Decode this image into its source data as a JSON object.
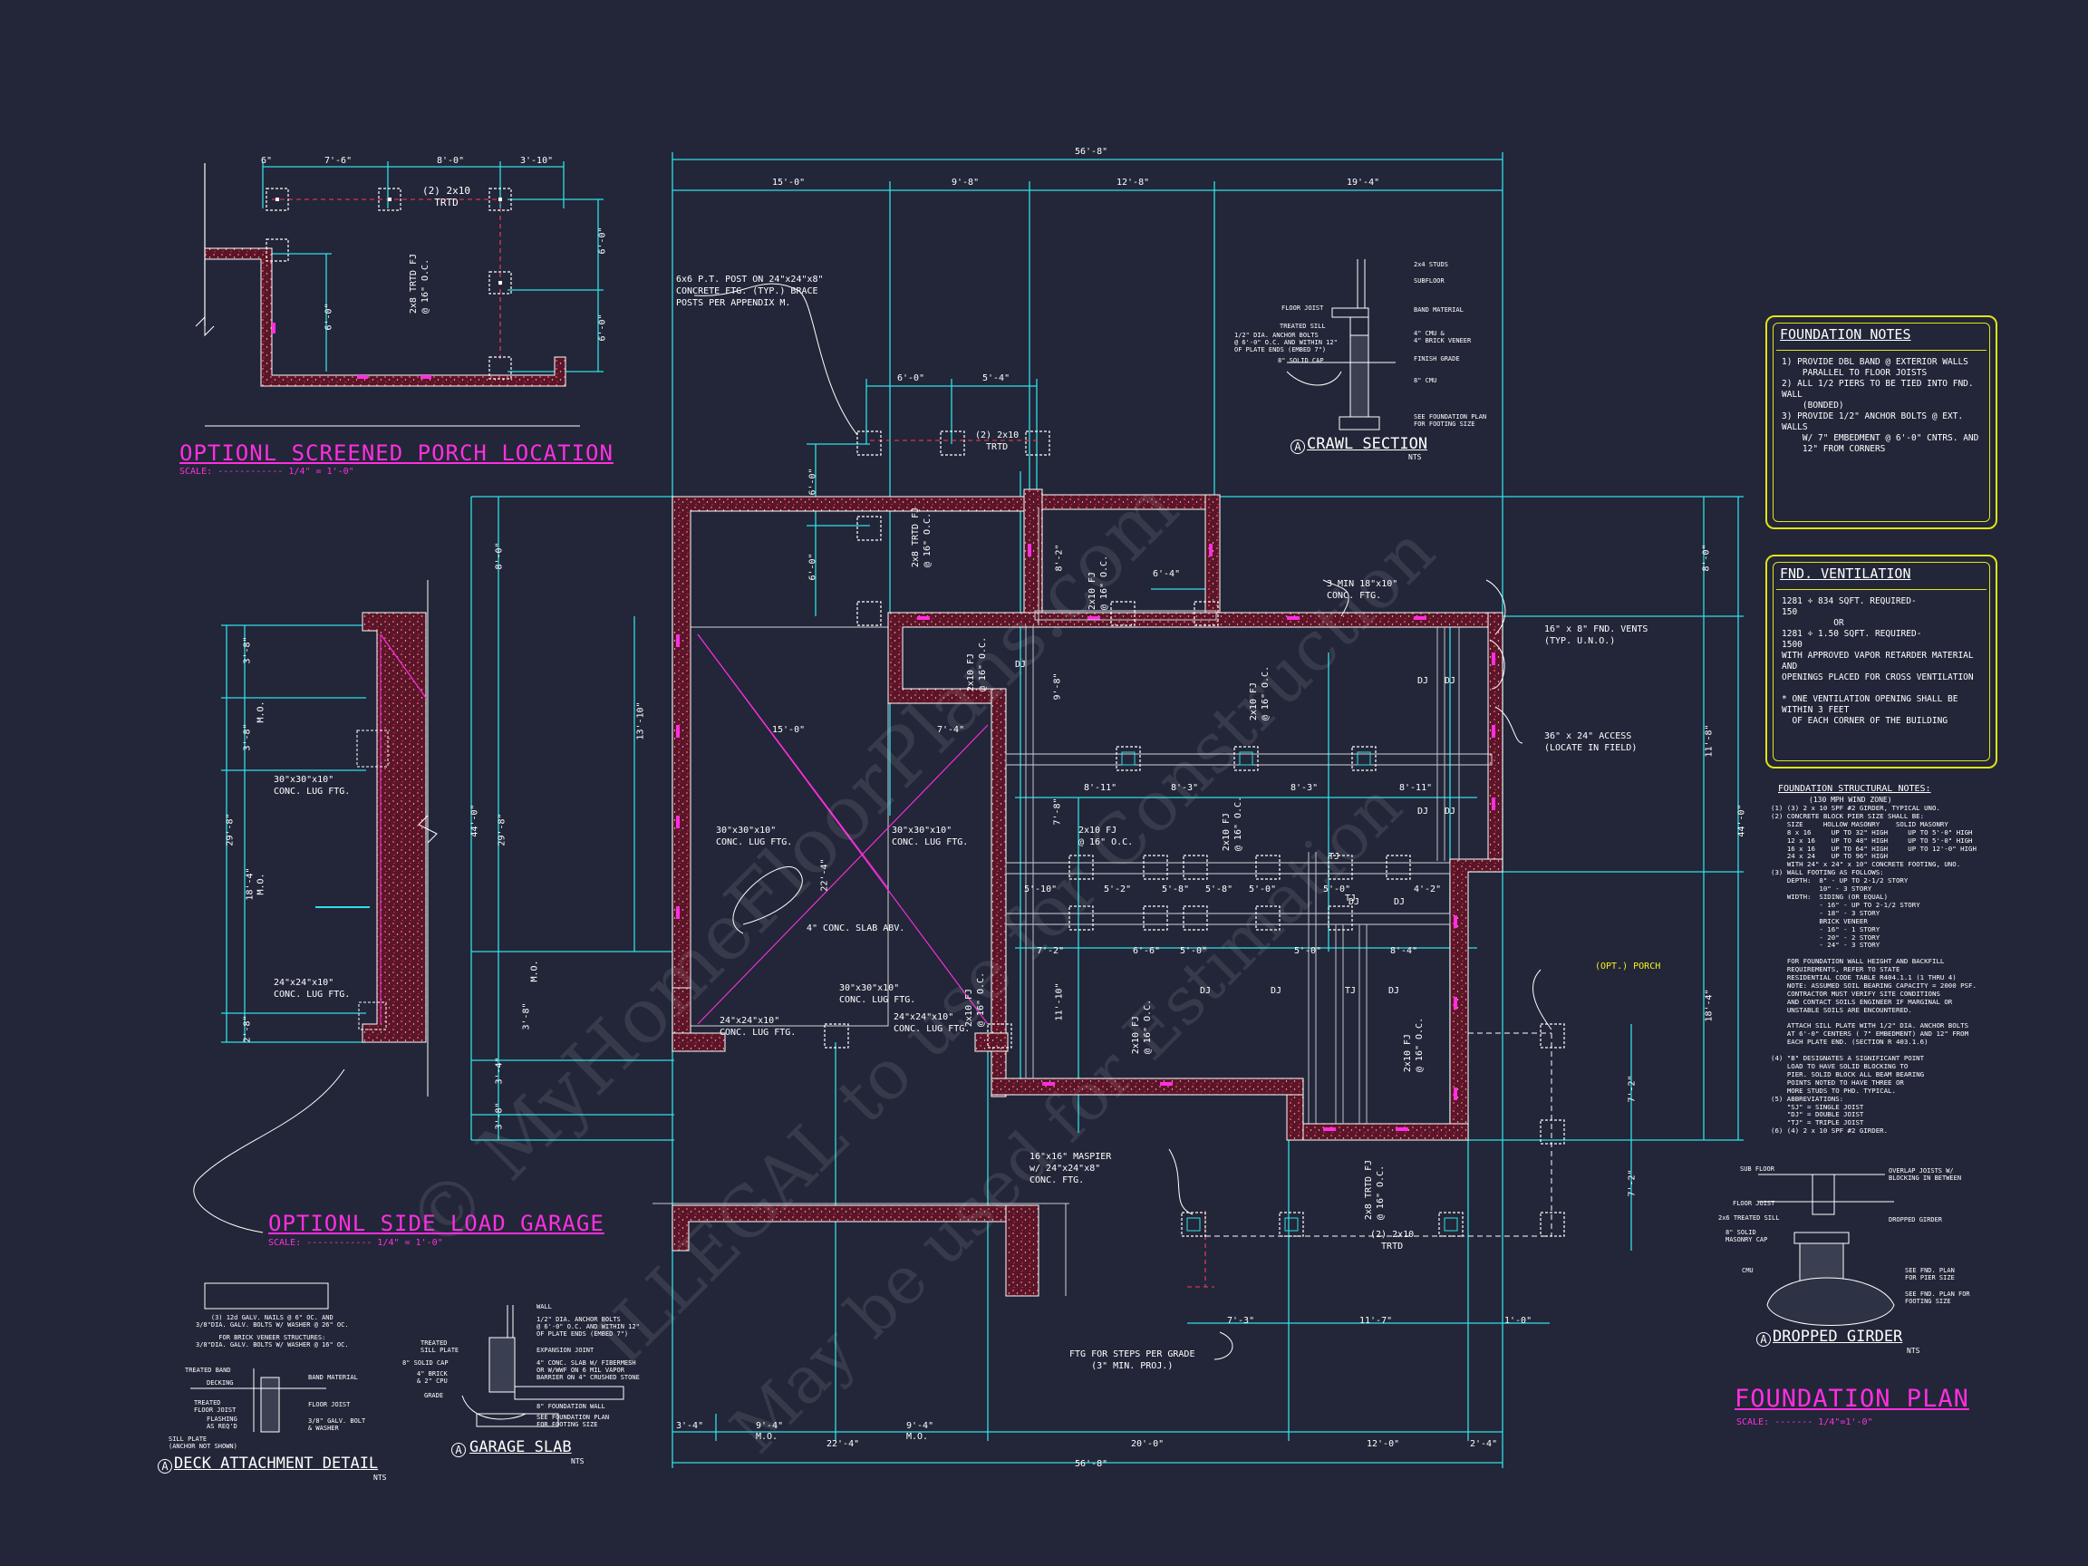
{
  "sheet": {
    "main_title": "FOUNDATION PLAN",
    "main_scale": "SCALE: ------- 1/4\"=1'-0\""
  },
  "porch_detail": {
    "title": "OPTIONL SCREENED PORCH LOCATION",
    "scale": "SCALE: ------------ 1/4\" = 1'-0\"",
    "dims_top": [
      "6\"",
      "7'-6\"",
      "8'-0\"",
      "3'-10\""
    ],
    "dims_right": [
      "6'-0\"",
      "6'-0\""
    ],
    "dim_left": "6'-0\"",
    "label_beam": "(2) 2x10\nTRTD",
    "label_joist": "2x8 TRTD FJ\n@ 16\" O.C."
  },
  "garage_detail": {
    "title": "OPTIONL SIDE LOAD GARAGE",
    "scale": "SCALE: ------------ 1/4\" = 1'-0\"",
    "dims_left": [
      "3'-8\"",
      "3'-8\"",
      "29'-8\"",
      "18'-4\"",
      "2'-8\""
    ],
    "mo": [
      "M.O.",
      "M.O."
    ],
    "lug_top": "30\"x30\"x10\"\nCONC. LUG FTG.",
    "lug_bottom": "24\"x24\"x10\"\nCONC. LUG FTG."
  },
  "post_note": "6x6 P.T. POST ON 24\"x24\"x8\"\nCONCRETE FTG. (TYP.) BRACE\nPOSTS PER APPENDIX M.",
  "plan": {
    "overall_dims_top": [
      "56'-8\"",
      "15'-0\"",
      "9'-8\"",
      "12'-8\"",
      "19'-4\""
    ],
    "overall_dims_bottom": [
      "56'-8\"",
      "3'-4\"",
      "9'-4\"",
      "9'-4\"",
      "22'-4\"",
      "20'-0\"",
      "12'-0\"",
      "2'-4\""
    ],
    "mo_bottom": [
      "M.O.",
      "M.O."
    ],
    "dims_left": [
      "8'-0\"",
      "44'-0\"",
      "29'-8\"",
      "13'-10\"",
      "M.O.",
      "3'-8\"",
      "3'-4\"",
      "3'-8\""
    ],
    "dims_right": [
      "8'-0\"",
      "11'-8\"",
      "44'-0\"",
      "18'-4\"",
      "7'-2\"",
      "7'-2\""
    ],
    "porch_dims": [
      "6'-0\"",
      "5'-4\"",
      "6'-0\"",
      "6'-0\""
    ],
    "interior_dims": [
      "15'-0\"",
      "7'-4\"",
      "22'-4\"",
      "6'-4\"",
      "8'-2\"",
      "8'-11\"",
      "8'-3\"",
      "8'-3\"",
      "8'-11\"",
      "7'-8\"",
      "9'-8\"",
      "7'-2\"",
      "6'-6\"",
      "5'-0\"",
      "5'-0\"",
      "8'-4\"",
      "11'-10\"",
      "5'-10\"",
      "5'-2\"",
      "5'-8\"",
      "5'-0\"",
      "5'-0\"",
      "4'-2\"",
      "5'-8\""
    ],
    "labels": {
      "beam_top": "(2) 2x10\nTRTD",
      "joist_porch": "2x8 TRTD FJ\n@ 16\" O.C.",
      "conc_ftg": "3 MIN 18\"x10\"\nCONC. FTG.",
      "vents": "16\" x 8\" FND. VENTS\n(TYP. U.N.O.)",
      "access": "36\" x 24\" ACCESS\n(LOCATE IN FIELD)",
      "lug1": "30\"x30\"x10\"\nCONC. LUG FTG.",
      "lug2": "30\"x30\"x10\"\nCONC. LUG FTG.",
      "lug3": "30\"x30\"x10\"\nCONC. LUG FTG.",
      "lug4": "24\"x24\"x10\"\nCONC. LUG FTG.",
      "lug5": "24\"x24\"x10\"\nCONC. LUG FTG.",
      "slab": "4\" CONC. SLAB ABV.",
      "fj1": "2x10 FJ\n@ 16\" O.C.",
      "fj2": "2x10 FJ\n@ 16\" O.C.",
      "fj3": "2x10 FJ\n@ 16\" O.C.",
      "fj4": "2x10 FJ\n@ 16\" O.C.",
      "fj5": "2x10 FJ\n@ 16\" O.C.",
      "fj6": "2x10 FJ\n@ 16\" O.C.",
      "fj7": "2x10 FJ\n@ 16\" O.C.",
      "fj8": "2x10 FJ\n@ 16\" O.C.",
      "masp": "16\"x16\" MASPIER\nw/ 24\"x24\"x8\"\nCONC. FTG.",
      "steps": "FTG FOR STEPS PER GRADE\n(3\" MIN. PROJ.)",
      "beam_bottom": "(2) 2x10\nTRTD",
      "joist_rear": "2x8 TRTD FJ\n@ 16\" O.C.",
      "opt_porch": "(OPT.) PORCH",
      "rear_dims": [
        "7'-3\"",
        "11'-7\"",
        "1'-0\""
      ],
      "dj": [
        "DJ",
        "DJ",
        "DJ",
        "DJ",
        "DJ",
        "DJ",
        "DJ",
        "DJ",
        "DJ",
        "DJ"
      ],
      "tj": [
        "TJ",
        "TJ",
        "TJ"
      ]
    }
  },
  "crawl_section": {
    "title": "CRAWL SECTION",
    "tag": "A",
    "nts": "NTS",
    "labels": [
      "2x4 STUDS",
      "SUBFLOOR",
      "FLOOR JOIST",
      "BAND MATERIAL",
      "TREATED SILL",
      "1/2\" DIA. ANCHOR BOLTS\n@ 6'-0\" O.C. AND WITHIN 12\"\nOF PLATE ENDS (EMBED 7\")",
      "4\" CMU &\n4\" BRICK VENEER",
      "8\" SOLID CAP",
      "FINISH GRADE",
      "8\" CMU",
      "SEE FOUNDATION PLAN\nFOR FOOTING SIZE"
    ]
  },
  "foundation_notes": {
    "title": "FOUNDATION NOTES",
    "body": "1) PROVIDE DBL BAND @ EXTERIOR WALLS\n    PARALLEL TO FLOOR JOISTS\n2) ALL 1/2 PIERS TO BE TIED INTO FND. WALL\n    (BONDED)\n3) PROVIDE 1/2\" ANCHOR BOLTS @ EXT. WALLS\n    W/ 7\" EMBEDMENT @ 6'-0\" CNTRS. AND\n    12\" FROM CORNERS"
  },
  "fnd_ventilation": {
    "title": "FND. VENTILATION",
    "body": "1281 ÷ 834 SQFT. REQUIRED-\n150\n          OR\n1281 ÷ 1.50 SQFT. REQUIRED-\n1500\nWITH APPROVED VAPOR RETARDER MATERIAL AND\nOPENINGS PLACED FOR CROSS VENTILATION\n\n* ONE VENTILATION OPENING SHALL BE WITHIN 3 FEET\n  OF EACH CORNER OF THE BUILDING"
  },
  "structural_notes": {
    "title": "FOUNDATION STRUCTURAL NOTES:",
    "subtitle": "(130 MPH WIND ZONE)",
    "body": "(1) (3) 2 x 10 SPF #2 GIRDER, TYPICAL UNO.\n(2) CONCRETE BLOCK PIER SIZE SHALL BE:\n    SIZE     HOLLOW MASONRY    SOLID MASONRY\n    8 x 16     UP TO 32\" HIGH     UP TO 5'-0\" HIGH\n    12 x 16    UP TO 48\" HIGH     UP TO 5'-0\" HIGH\n    16 x 16    UP TO 64\" HIGH     UP TO 12'-0\" HIGH\n    24 x 24    UP TO 96\" HIGH\n    WITH 24\" x 24\" x 10\" CONCRETE FOOTING, UNO.\n(3) WALL FOOTING AS FOLLOWS:\n    DEPTH:  8\" - UP TO 2-1/2 STORY\n            10\" - 3 STORY\n    WIDTH:  SIDING (OR EQUAL)\n            - 16\" - UP TO 2-1/2 STORY\n            - 18\" - 3 STORY\n            BRICK VENEER\n            - 16\" - 1 STORY\n            - 20\" - 2 STORY\n            - 24\" - 3 STORY\n\n    FOR FOUNDATION WALL HEIGHT AND BACKFILL\n    REQUIREMENTS, REFER TO STATE\n    RESIDENTIAL CODE TABLE R404.1.1 (1 THRU 4)\n    NOTE: ASSUMED SOIL BEARING CAPACITY = 2000 PSF.\n    CONTRACTOR MUST VERIFY SITE CONDITIONS\n    AND CONTACT SOILS ENGINEER IF MARGINAL OR\n    UNSTABLE SOILS ARE ENCOUNTERED.\n\n    ATTACH SILL PLATE WITH 1/2\" DIA. ANCHOR BOLTS\n    AT 6'-0\" CENTERS ( 7\" EMBEDMENT) AND 12\" FROM\n    EACH PLATE END. (SECTION R 403.1.6)\n\n(4) \"B\" DESIGNATES A SIGNIFICANT POINT\n    LOAD TO HAVE SOLID BLOCKING TO\n    PIER. SOLID BLOCK ALL BEAM BEARING\n    POINTS NOTED TO HAVE THREE OR\n    MORE STUDS TO PHD. TYPICAL.\n(5) ABBREVIATIONS:\n    \"SJ\" = SINGLE JOIST\n    \"DJ\" = DOUBLE JOIST\n    \"TJ\" = TRIPLE JOIST\n(6) (4) 2 x 10 SPF #2 GIRDER."
  },
  "dropped_girder": {
    "title": "DROPPED GIRDER",
    "tag": "A",
    "nts": "NTS",
    "labels": [
      "SUB FLOOR",
      "OVERLAP JOISTS W/\nBLOCKING IN BETWEEN",
      "FLOOR JOIST",
      "DROPPED GIRDER",
      "2x6 TREATED SILL",
      "8\" SOLID\nMASONRY CAP",
      "CMU",
      "SEE FND. PLAN\nFOR PIER SIZE",
      "SEE FND. PLAN FOR\nFOOTING SIZE"
    ]
  },
  "deck_detail": {
    "title": "DECK ATTACHMENT DETAIL",
    "tag": "A",
    "nts": "NTS",
    "labels": [
      "(3) 12d GALV. NAILS @ 6\" OC. AND\n3/8\"DIA. GALV. BOLTS W/ WASHER @ 26\" OC.",
      "FOR BRICK VENEER STRUCTURES:\n3/8\"DIA. GALV. BOLTS W/ WASHER @ 16\" OC.",
      "TREATED BAND",
      "DECKING",
      "BAND MATERIAL",
      "TREATED\nFLOOR JOIST",
      "FLOOR JOIST",
      "FLASHING\nAS REQ'D",
      "3/8\" GALV. BOLT\n& WASHER",
      "SILL PLATE\n(ANCHOR NOT SHOWN)"
    ]
  },
  "garage_slab": {
    "title": "GARAGE SLAB",
    "tag": "A",
    "nts": "NTS",
    "labels": [
      "WALL",
      "1/2\" DIA. ANCHOR BOLTS\n@ 6'-0\" O.C. AND WITHIN 12\"\nOF PLATE ENDS (EMBED 7\")",
      "TREATED\nSILL PLATE",
      "8\" SOLID CAP",
      "EXPANSION JOINT",
      "4\" BRICK\n& 2\" CPU",
      "4\" CONC. SLAB W/ FIBERMESH\nOR W/WWF ON 6 MIL VAPOR\nBARRIER ON 4\" CRUSHED STONE",
      "GRADE",
      "8\" FOUNDATION WALL",
      "SEE FOUNDATION PLAN\nFOR FOOTING SIZE"
    ]
  },
  "watermarks": [
    "© MyHomeFloorPlans.com",
    "ILLEGAL to use for Construction",
    "May be used for Estimation"
  ],
  "colors": {
    "background": "#222638",
    "dimension": "#2fe0e6",
    "wall": "#ff2fe0",
    "annotation": "#ffffff",
    "note_box": "#e3e317",
    "hatch": "#b01e3c"
  }
}
